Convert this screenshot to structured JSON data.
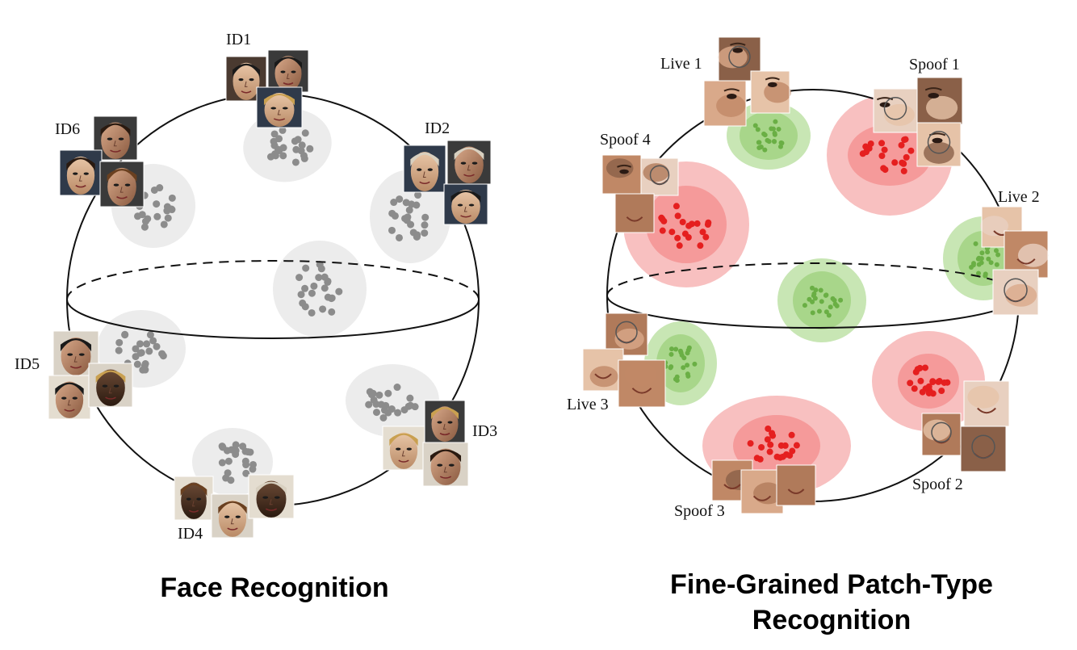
{
  "colors": {
    "cluster_fill": "#ececec",
    "cluster_dot": "#8c8c8c",
    "live_outer": "#c8e6b4",
    "live_inner": "#a8d68a",
    "live_dot": "#6aaf45",
    "spoof_outer": "#f8c0c0",
    "spoof_inner": "#f59a9a",
    "spoof_dot": "#e51f1f",
    "line": "#111111"
  },
  "face_recognition": {
    "caption": "Face Recognition",
    "identities": [
      "ID1",
      "ID2",
      "ID3",
      "ID4",
      "ID5",
      "ID6"
    ],
    "photo_icon": "face-photo-icon"
  },
  "patch_type": {
    "caption_line1": "Fine-Grained Patch-Type",
    "caption_line2": "Recognition",
    "live_classes": [
      "Live 1",
      "Live 2",
      "Live 3"
    ],
    "spoof_classes": [
      "Spoof 1",
      "Spoof 2",
      "Spoof 3",
      "Spoof 4"
    ],
    "photo_icon": "face-patch-photo-icon"
  }
}
